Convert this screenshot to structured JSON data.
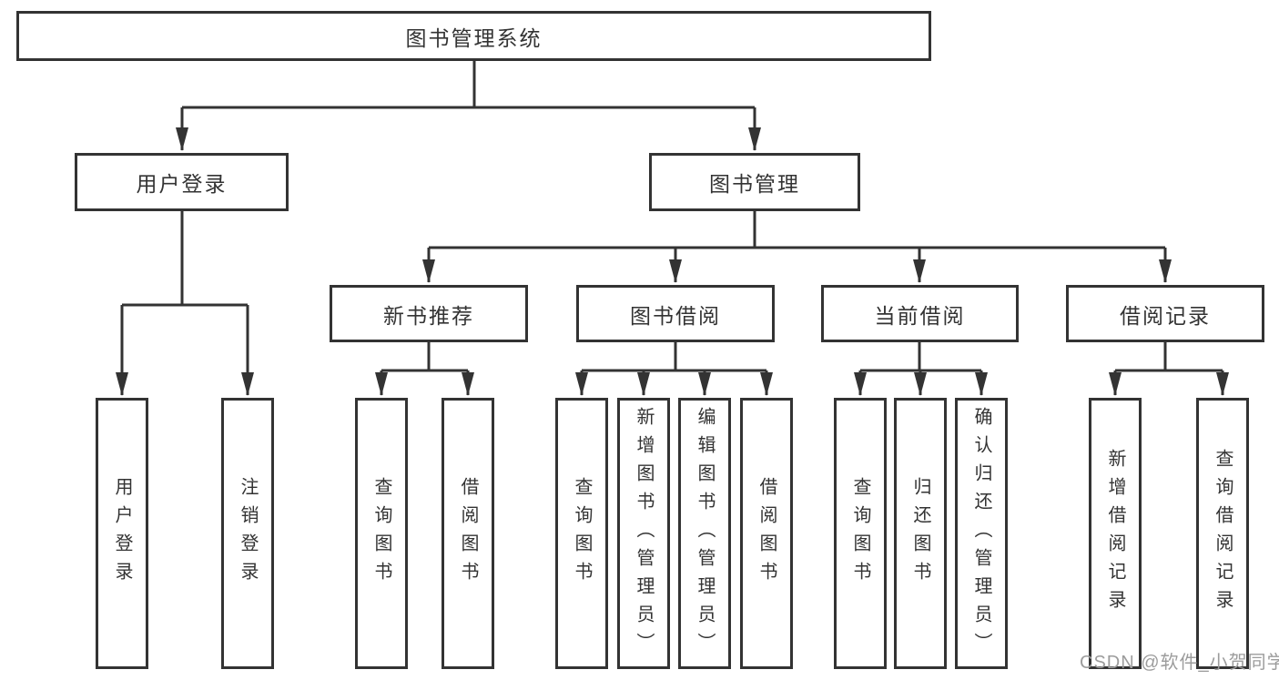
{
  "colors": {
    "line": "#333333",
    "box_border": "#333333",
    "text": "#333333",
    "background": "#ffffff",
    "watermark": "#9c9c9c"
  },
  "tree": {
    "root": {
      "label": "图书管理系统"
    },
    "branches": [
      {
        "label": "用户登录",
        "children": [
          {
            "label": "用户登录"
          },
          {
            "label": "注销登录"
          }
        ]
      },
      {
        "label": "图书管理",
        "children": [
          {
            "label": "新书推荐",
            "children": [
              {
                "label": "查询图书"
              },
              {
                "label": "借阅图书"
              }
            ]
          },
          {
            "label": "图书借阅",
            "children": [
              {
                "label": "查询图书"
              },
              {
                "label": "新增图书（管理员）"
              },
              {
                "label": "编辑图书（管理员）"
              },
              {
                "label": "借阅图书"
              }
            ]
          },
          {
            "label": "当前借阅",
            "children": [
              {
                "label": "查询图书"
              },
              {
                "label": "归还图书"
              },
              {
                "label": "确认归还（管理员）"
              }
            ]
          },
          {
            "label": "借阅记录",
            "children": [
              {
                "label": "新增借阅记录"
              },
              {
                "label": "查询借阅记录"
              }
            ]
          }
        ]
      }
    ]
  },
  "watermark": {
    "text": "CSDN @软件_小贺同学"
  }
}
